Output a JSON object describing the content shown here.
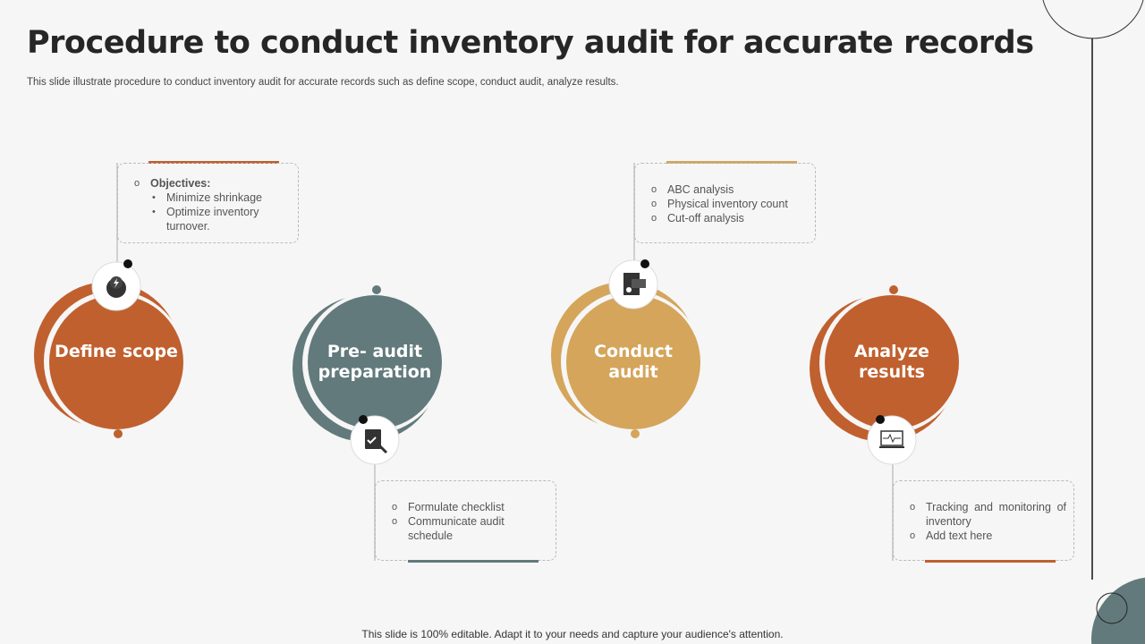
{
  "title": "Procedure to conduct inventory audit for accurate records",
  "subtitle": "This slide illustrate procedure to conduct inventory audit for accurate records such as define scope, conduct audit, analyze results.",
  "colors": {
    "orange": "#C0602F",
    "teal": "#627A7C",
    "gold": "#D4A55A"
  },
  "steps": [
    {
      "label": "Define scope",
      "icon": "lightbulb-gear-icon",
      "heading": "Objectives:",
      "items": [
        "Minimize shrinkage",
        "Optimize inventory turnover."
      ]
    },
    {
      "label": "Pre- audit preparation",
      "icon": "checklist-icon",
      "items": [
        "Formulate checklist",
        "Communicate audit schedule"
      ]
    },
    {
      "label": "Conduct audit",
      "icon": "audit-document-icon",
      "items": [
        "ABC analysis",
        "Physical inventory  count",
        "Cut-off analysis"
      ]
    },
    {
      "label": "Analyze results",
      "icon": "monitor-pulse-icon",
      "items": [
        "Tracking and monitoring of inventory",
        "Add text here"
      ]
    }
  ],
  "footer": "This slide is 100% editable. Adapt it to your needs and capture your audience's attention."
}
